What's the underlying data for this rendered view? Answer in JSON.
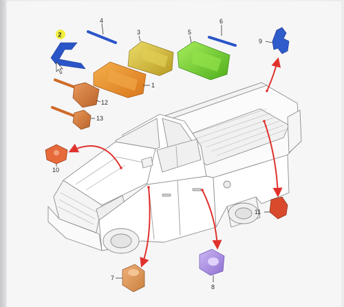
{
  "diagram": {
    "callouts": [
      {
        "id": "2",
        "label": "2"
      },
      {
        "id": "4",
        "label": "4"
      },
      {
        "id": "3",
        "label": "3"
      },
      {
        "id": "5",
        "label": "5"
      },
      {
        "id": "6",
        "label": "6"
      },
      {
        "id": "9",
        "label": "9"
      },
      {
        "id": "1",
        "label": "1"
      },
      {
        "id": "12",
        "label": "12"
      },
      {
        "id": "13",
        "label": "13"
      },
      {
        "id": "10",
        "label": "10"
      },
      {
        "id": "11",
        "label": "11"
      },
      {
        "id": "7",
        "label": "7"
      },
      {
        "id": "8",
        "label": "8"
      }
    ],
    "colors": {
      "arrow": "#e0312c",
      "key_blue": "#2a55c8",
      "fob_orange": "#e9902a",
      "fob_yellow": "#d8c23a",
      "fob_green": "#7bd232",
      "lock_purple": "#a98be0",
      "truck_body": "#ffffff",
      "truck_line": "#8a8a8a"
    },
    "icons": [
      "mouse-cursor-icon"
    ]
  }
}
